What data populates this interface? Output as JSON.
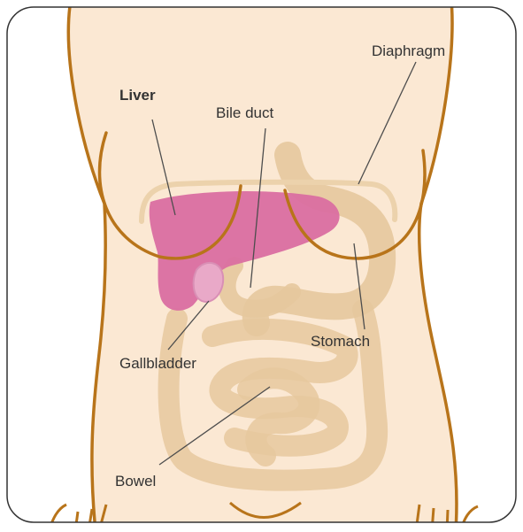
{
  "labels": {
    "liver": "Liver",
    "bile_duct": "Bile duct",
    "diaphragm": "Diaphragm",
    "gallbladder": "Gallbladder",
    "stomach": "Stomach",
    "bowel": "Bowel"
  },
  "colors": {
    "skin": "#fbe8d3",
    "outline": "#b8741a",
    "organs": "#ecd2ac",
    "liver": "#da6ea1",
    "border": "#333333",
    "leader": "#4d4d4d"
  }
}
